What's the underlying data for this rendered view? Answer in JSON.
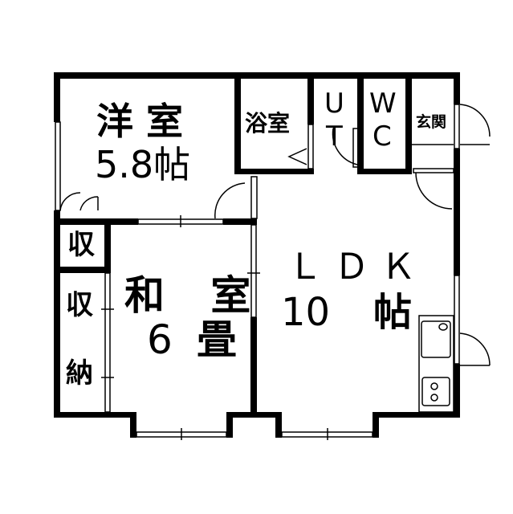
{
  "rooms": {
    "western_room": {
      "name": "洋 室",
      "size": "5.8帖"
    },
    "bath": {
      "name": "浴室"
    },
    "ut": {
      "line1": "U",
      "line2": "T"
    },
    "wc": {
      "line1": "W",
      "line2": "C"
    },
    "entrance": {
      "name": "玄関"
    },
    "japanese_room": {
      "name": "和 室",
      "size_num": "6",
      "size_unit": "畳"
    },
    "storage_small": {
      "name": "収"
    },
    "storage_closet": {
      "line1": "収",
      "line2": "納"
    },
    "ldk": {
      "name": "Ｌ Ｄ Ｋ",
      "size_num": "10",
      "size_unit": "帖"
    }
  },
  "colors": {
    "wall": "#000000",
    "background": "#ffffff"
  }
}
